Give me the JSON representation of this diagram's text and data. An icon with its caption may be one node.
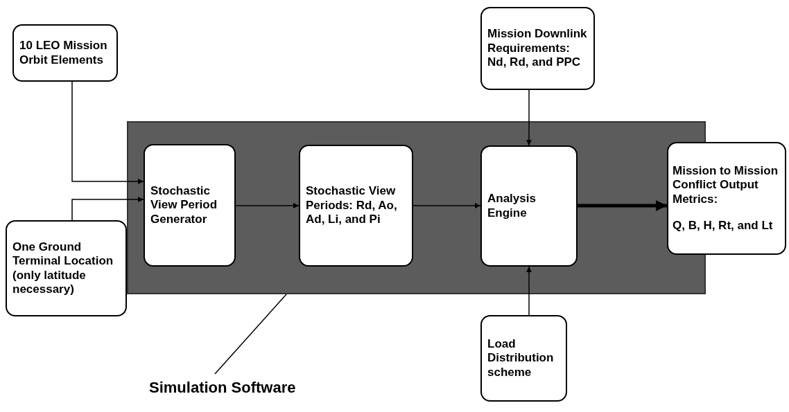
{
  "diagram": {
    "nodes": [
      {
        "text": [
          "10 LEO Mission Orbit Elements"
        ]
      },
      {
        "text": [
          "One Ground Terminal Location (only latitude necessary)"
        ]
      },
      {
        "text": [],
        "shape": "box"
      },
      {
        "text": [
          "Stochastic View Period Generator"
        ],
        "in": 2
      },
      {
        "text": [
          "Stochastic View Periods: Rd, Ao, Ad, Li, and Pi"
        ],
        "in": 2
      },
      {
        "text": [
          "Analysis Engine"
        ],
        "in": 2
      },
      {
        "text": [
          "Mission Downlink Requirements: Nd, Rd, and PPC"
        ]
      },
      {
        "text": [
          "Mission to Mission Conflict Output Metrics:",
          "Q, B, H, Rt, and Lt"
        ]
      },
      {
        "text": [
          "Load Distribution scheme"
        ]
      },
      {
        "text": [
          "Simulation Software"
        ]
      }
    ],
    "edges": [
      {
        "from": 0,
        "to": 3,
        "arrow": "to"
      },
      {
        "from": 1,
        "to": 3,
        "arrow": "to"
      },
      {
        "from": 3,
        "to": 4,
        "arrow": "to"
      },
      {
        "from": 4,
        "to": 5,
        "arrow": "to"
      },
      {
        "from": 6,
        "to": 5,
        "arrow": "to"
      },
      {
        "from": 8,
        "to": 5,
        "arrow": "to"
      },
      {
        "from": 5,
        "to": 7,
        "arrow": "to",
        "style": "thick"
      },
      {
        "from": 9,
        "to": 2,
        "arrow": "none"
      }
    ]
  }
}
